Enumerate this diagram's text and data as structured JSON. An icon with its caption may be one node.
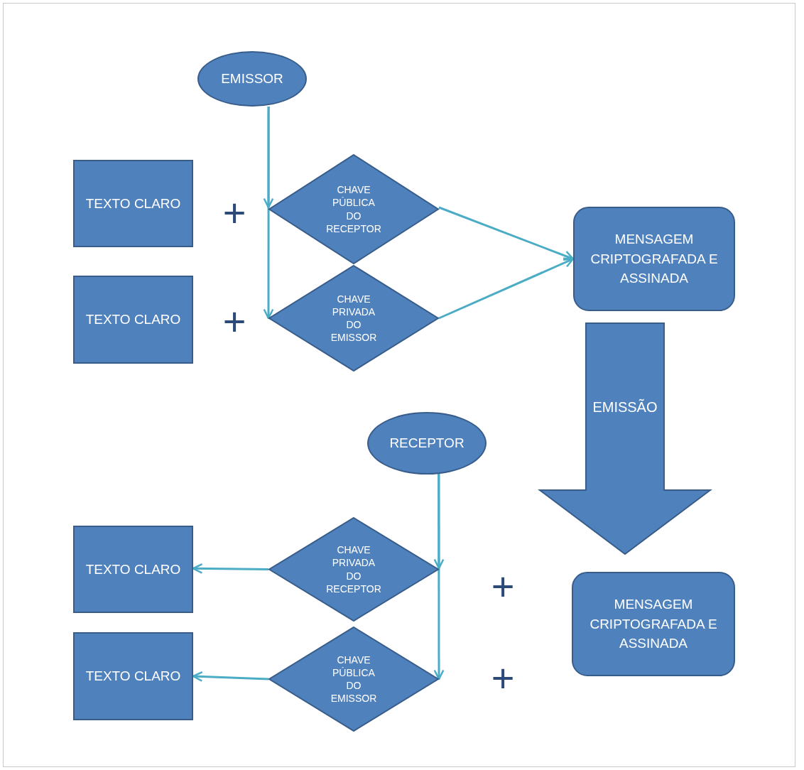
{
  "diagram": {
    "nodes": [
      {
        "text": [
          "EMISSOR"
        ]
      },
      {
        "text": [
          "TEXTO CLARO"
        ]
      },
      {
        "text": [
          "CHAVE PÚBLICA DO RECEPTOR"
        ]
      },
      {
        "text": [
          "MENSAGEM CRIPTOGRAFADA E ASSINADA"
        ]
      },
      {
        "text": [
          "TEXTO CLARO"
        ]
      },
      {
        "text": [
          "CHAVE PRIVADA DO EMISSOR"
        ]
      },
      {
        "text": [
          "RECEPTOR"
        ]
      },
      {
        "text": [
          "TEXTO CLARO"
        ]
      },
      {
        "text": [
          "CHAVE PRIVADA DO RECEPTOR"
        ]
      },
      {
        "text": [
          "MENSAGEM CRIPTOGRAFADA E ASSINADA"
        ]
      },
      {
        "text": [
          "TEXTO CLARO"
        ]
      },
      {
        "text": [
          "CHAVE PÚBLICA DO EMISSOR"
        ]
      }
    ],
    "edges": [
      {
        "from": 0,
        "to": 2,
        "arrow": "to"
      },
      {
        "from": 0,
        "to": 5,
        "arrow": "to"
      },
      {
        "from": 2,
        "to": 3,
        "arrow": "to"
      },
      {
        "from": 5,
        "to": 3,
        "arrow": "to"
      },
      {
        "from": 3,
        "to": 9,
        "arrow": "to",
        "label": "EMISSÃO",
        "style": "thick"
      },
      {
        "from": 6,
        "to": 8,
        "arrow": "to"
      },
      {
        "from": 6,
        "to": 11,
        "arrow": "to"
      },
      {
        "from": 8,
        "to": 7,
        "arrow": "to"
      },
      {
        "from": 11,
        "to": 10,
        "arrow": "to"
      }
    ],
    "labels": [
      "+",
      "+",
      "+",
      "+"
    ]
  }
}
